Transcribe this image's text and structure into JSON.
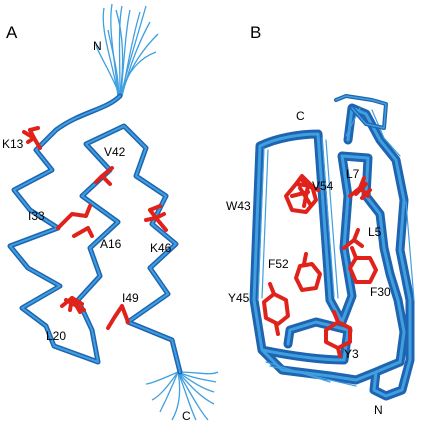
{
  "panels": [
    {
      "letter": "A",
      "n_terminus": "N",
      "c_terminus": "C",
      "residues": [
        "K13",
        "V42",
        "I33",
        "A16",
        "K46",
        "I49",
        "L20"
      ]
    },
    {
      "letter": "B",
      "n_terminus": "N",
      "c_terminus": "C",
      "residues": [
        "W43",
        "V54",
        "L7",
        "L5",
        "F52",
        "F30",
        "Y45",
        "Y3"
      ]
    }
  ],
  "colors": {
    "backbone_dark": "#1f64b0",
    "backbone_light": "#3f9fe0",
    "side_chain": "#e0221a"
  }
}
